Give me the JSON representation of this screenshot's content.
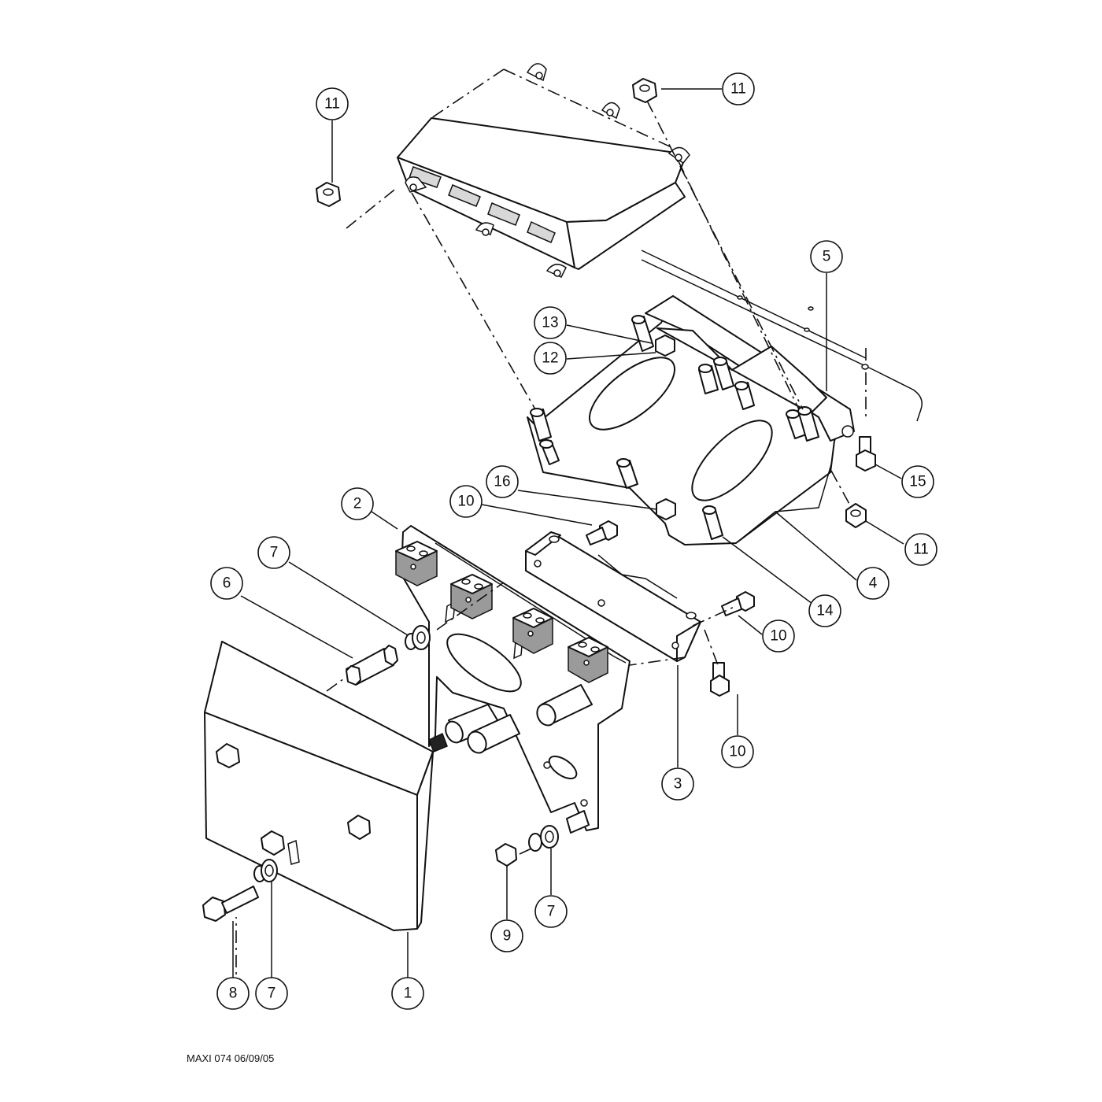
{
  "drawing_code": "MAXI 074 06/09/05",
  "callouts": [
    {
      "label": "11"
    },
    {
      "label": "11"
    },
    {
      "label": "5"
    },
    {
      "label": "13"
    },
    {
      "label": "12"
    },
    {
      "label": "15"
    },
    {
      "label": "11"
    },
    {
      "label": "16"
    },
    {
      "label": "10"
    },
    {
      "label": "2"
    },
    {
      "label": "4"
    },
    {
      "label": "7"
    },
    {
      "label": "6"
    },
    {
      "label": "14"
    },
    {
      "label": "10"
    },
    {
      "label": "10"
    },
    {
      "label": "3"
    },
    {
      "label": "7"
    },
    {
      "label": "9"
    },
    {
      "label": "8"
    },
    {
      "label": "7"
    },
    {
      "label": "1"
    }
  ]
}
